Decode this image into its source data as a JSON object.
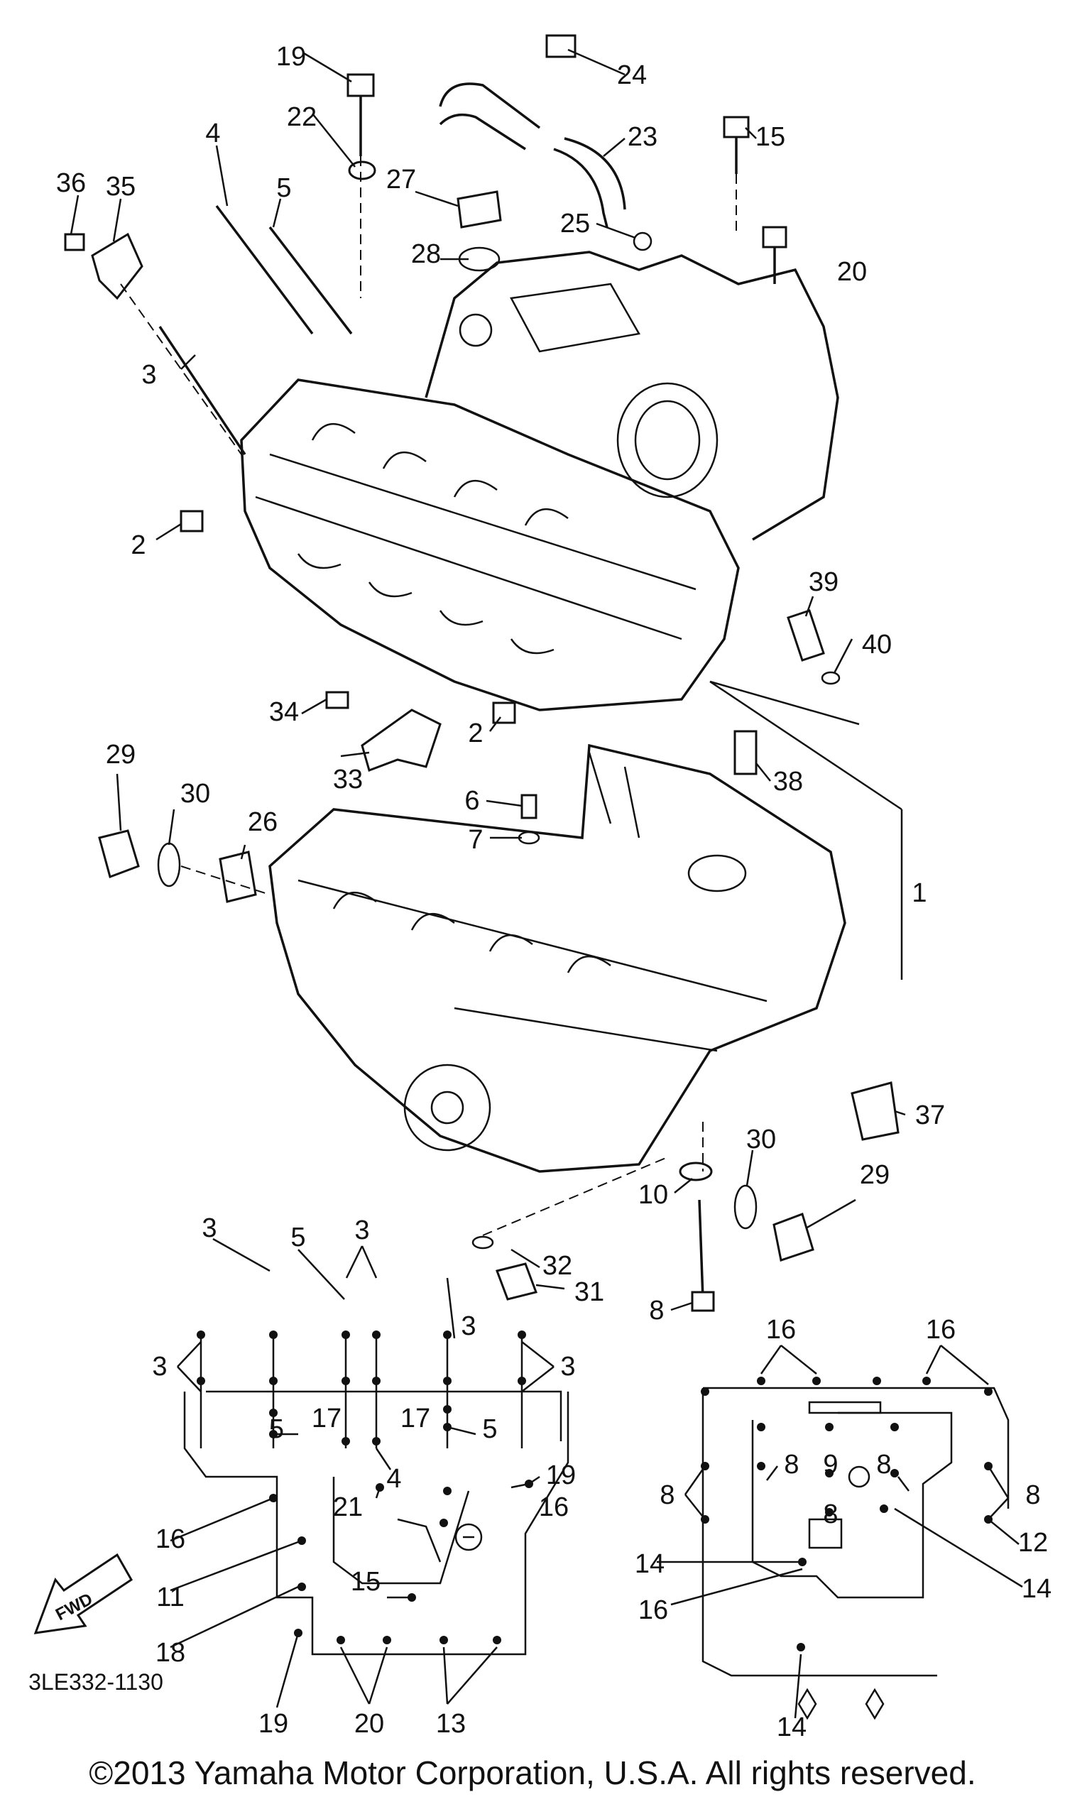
{
  "figure": {
    "part_code": "3LE332-1130",
    "fwd_label": "FWD",
    "callouts": {
      "c1": "1",
      "c2a": "2",
      "c2b": "2",
      "c3": "3",
      "c4": "4",
      "c5": "5",
      "c6": "6",
      "c7": "7",
      "c8": "8",
      "c10": "10",
      "c15": "15",
      "c19": "19",
      "c20": "20",
      "c22": "22",
      "c23": "23",
      "c24": "24",
      "c25": "25",
      "c26": "26",
      "c27": "27",
      "c28": "28",
      "c29a": "29",
      "c29b": "29",
      "c30a": "30",
      "c30b": "30",
      "c31": "31",
      "c32": "32",
      "c33": "33",
      "c34": "34",
      "c35": "35",
      "c36": "36",
      "c37": "37",
      "c38": "38",
      "c39": "39",
      "c40": "40"
    },
    "left_detail": {
      "labels": {
        "a3_1": "3",
        "a5_1": "5",
        "a3_2": "3",
        "a3_3": "3",
        "a3_left": "3",
        "a3_right": "3",
        "a5_2": "5",
        "a17_1": "17",
        "a17_2": "17",
        "a5_3": "5",
        "a4": "4",
        "a19_1": "19",
        "a21": "21",
        "a16_1": "16",
        "a16_2": "16",
        "a11": "11",
        "a15": "15",
        "a18": "18",
        "a19_2": "19",
        "a20": "20",
        "a13": "13"
      }
    },
    "right_detail": {
      "labels": {
        "b16_1": "16",
        "b16_2": "16",
        "b8_1": "8",
        "b8_2": "8",
        "b9": "9",
        "b8_3": "8",
        "b8_4": "8",
        "b8_5": "8",
        "b12": "12",
        "b14_1": "14",
        "b14_2": "14",
        "b16_3": "16",
        "b14_3": "14"
      }
    }
  },
  "copyright": "©2013 Yamaha Motor Corporation, U.S.A. All rights reserved."
}
